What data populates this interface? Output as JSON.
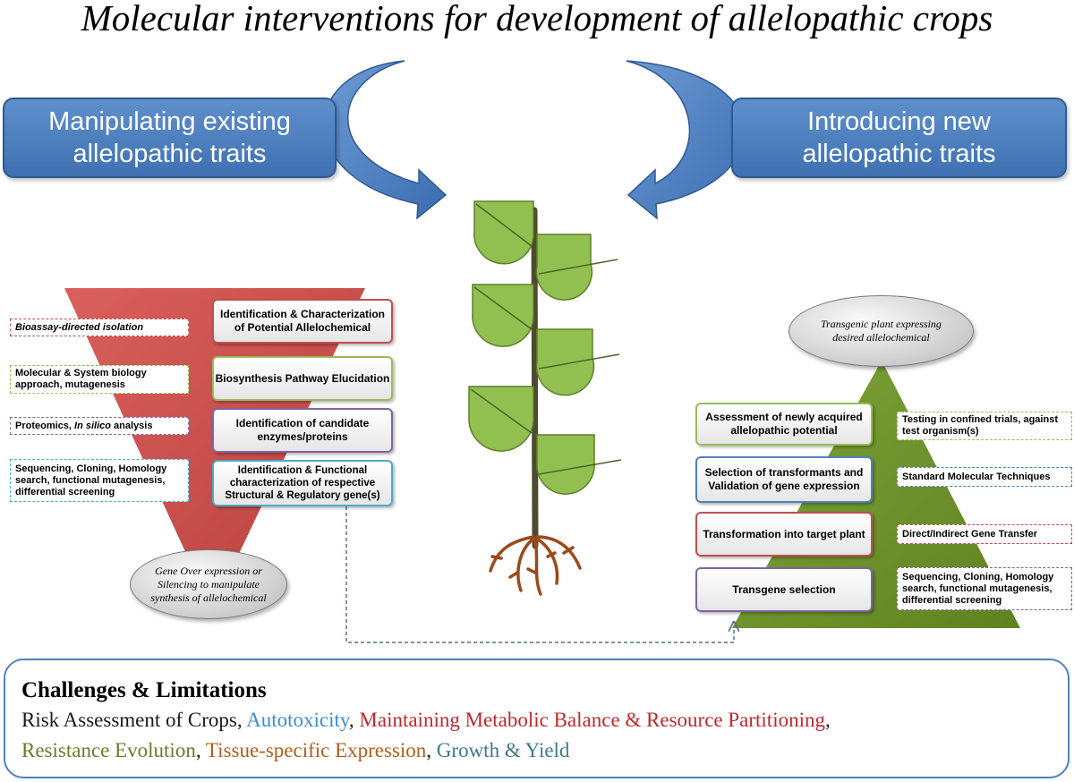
{
  "title": "Molecular interventions  for development of allelopathic crops",
  "left_header": {
    "line1": "Manipulating existing",
    "line2": "allelopathic traits"
  },
  "right_header": {
    "line1": "Introducing new",
    "line2": "allelopathic traits"
  },
  "left_steps": [
    "Identification & Characterization of Potential Allelochemical",
    "Biosynthesis Pathway Elucidation",
    "Identification of candidate enzymes/proteins",
    "Identification & Functional characterization of respective Structural & Regulatory gene(s)"
  ],
  "left_notes": [
    {
      "pre": "",
      "em": "Bioassay-directed isolation",
      "post": ""
    },
    {
      "pre": "Molecular & System biology approach, mutagenesis",
      "em": "",
      "post": ""
    },
    {
      "pre": "Proteomics, ",
      "em": "In silico",
      "post": " analysis"
    },
    {
      "pre": "Sequencing, Cloning, Homology search, functional mutagenesis, differential screening",
      "em": "",
      "post": ""
    }
  ],
  "left_oval": "Gene Over expression or Silencing to manipulate synthesis of allelochemical",
  "right_oval": "Transgenic plant expressing desired allelochemical",
  "right_steps": [
    "Assessment of newly acquired allelopathic potential",
    "Selection of transformants and Validation of gene expression",
    "Transformation into target plant",
    "Transgene selection"
  ],
  "right_notes": [
    "Testing in confined trials, against test organism(s)",
    "Standard Molecular Techniques",
    "Direct/Indirect Gene Transfer",
    "Sequencing, Cloning, Homology search, functional mutagenesis, differential screening"
  ],
  "challenges": {
    "title": "Challenges & Limitations",
    "line1": [
      {
        "text": "Risk Assessment of Crops, ",
        "color": "#1a1a1a"
      },
      {
        "text": "Autotoxicity",
        "color": "#3a8ecf"
      },
      {
        "text": ", ",
        "color": "#1a1a1a"
      },
      {
        "text": "Maintaining Metabolic Balance & Resource Partitioning",
        "color": "#c0282c"
      },
      {
        "text": ",",
        "color": "#1a1a1a"
      }
    ],
    "line2": [
      {
        "text": "Resistance Evolution",
        "color": "#6b7a2c"
      },
      {
        "text": ", ",
        "color": "#1a1a1a"
      },
      {
        "text": "Tissue-specific Expression",
        "color": "#b25d1c"
      },
      {
        "text": ", ",
        "color": "#1a1a1a"
      },
      {
        "text": "Growth & Yield",
        "color": "#3e7a86"
      }
    ]
  },
  "colors": {
    "red_triangle": "#c0504d",
    "green_triangle": "#6b8e23",
    "header_blue": "#4f81bd",
    "leaf_green": "#92c050",
    "stem": "#4e4a2e",
    "root": "#9a4a1a"
  }
}
